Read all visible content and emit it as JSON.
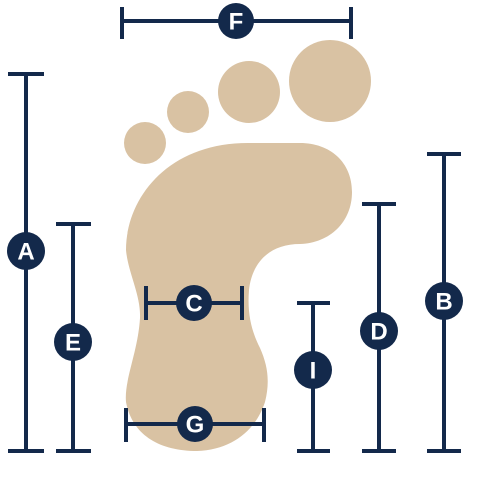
{
  "colors": {
    "line": "#13294b",
    "foot": "#d9c2a3",
    "badge_text": "#ffffff"
  },
  "measurements": {
    "A": "A",
    "B": "B",
    "C": "C",
    "D": "D",
    "E": "E",
    "F": "F",
    "G": "G",
    "I": "I"
  }
}
